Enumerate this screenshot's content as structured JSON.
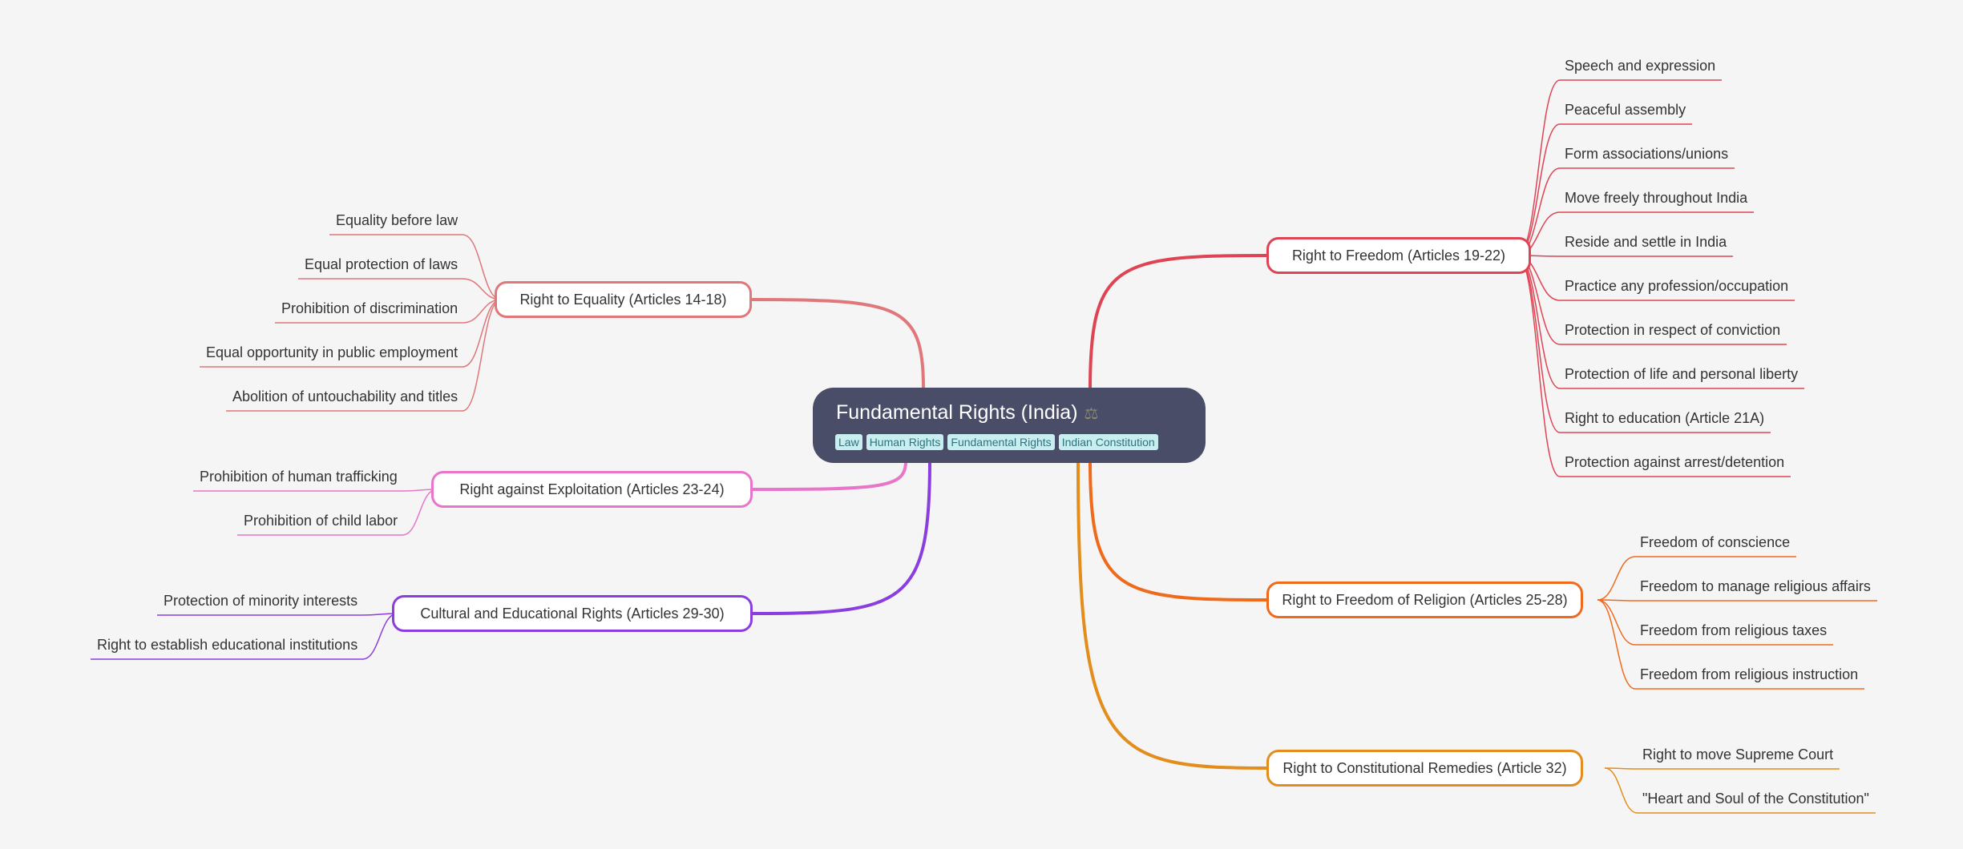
{
  "central": {
    "title": "Fundamental Rights (India)",
    "icon": "scales-icon",
    "tags": [
      "Law",
      "Human Rights",
      "Fundamental Rights",
      "Indian Constitution"
    ]
  },
  "branches": [
    {
      "name": "right-to-freedom",
      "label": "Right to Freedom (Articles 19-22)",
      "color": "#de4454",
      "side": "right",
      "children": [
        "Speech and expression",
        "Peaceful assembly",
        "Form associations/unions",
        "Move freely throughout India",
        "Reside and settle in India",
        "Practice any profession/occupation",
        "Protection in respect of conviction",
        "Protection of life and personal liberty",
        "Right to education (Article 21A)",
        "Protection against arrest/detention"
      ]
    },
    {
      "name": "right-to-freedom-of-religion",
      "label": "Right to Freedom of Religion (Articles 25-28)",
      "color": "#f06a1c",
      "side": "right",
      "children": [
        "Freedom of conscience",
        "Freedom to manage religious affairs",
        "Freedom from religious taxes",
        "Freedom from religious instruction"
      ]
    },
    {
      "name": "right-to-constitutional-remedies",
      "label": "Right to Constitutional Remedies (Article 32)",
      "color": "#e38d1d",
      "side": "right",
      "children": [
        "Right to move Supreme Court",
        "\"Heart and Soul of the Constitution\""
      ]
    },
    {
      "name": "right-to-equality",
      "label": "Right to Equality (Articles 14-18)",
      "color": "#e0777b",
      "side": "left",
      "children": [
        "Equality before law",
        "Equal protection of laws",
        "Prohibition of discrimination",
        "Equal opportunity in public employment",
        "Abolition of untouchability and titles"
      ]
    },
    {
      "name": "right-against-exploitation",
      "label": "Right against Exploitation (Articles 23-24)",
      "color": "#e875c9",
      "side": "left",
      "children": [
        "Prohibition of human trafficking",
        "Prohibition of child labor"
      ]
    },
    {
      "name": "cultural-and-educational-rights",
      "label": "Cultural and Educational Rights (Articles 29-30)",
      "color": "#8a3ee0",
      "side": "left",
      "children": [
        "Protection of minority interests",
        "Right to establish educational institutions"
      ]
    }
  ]
}
